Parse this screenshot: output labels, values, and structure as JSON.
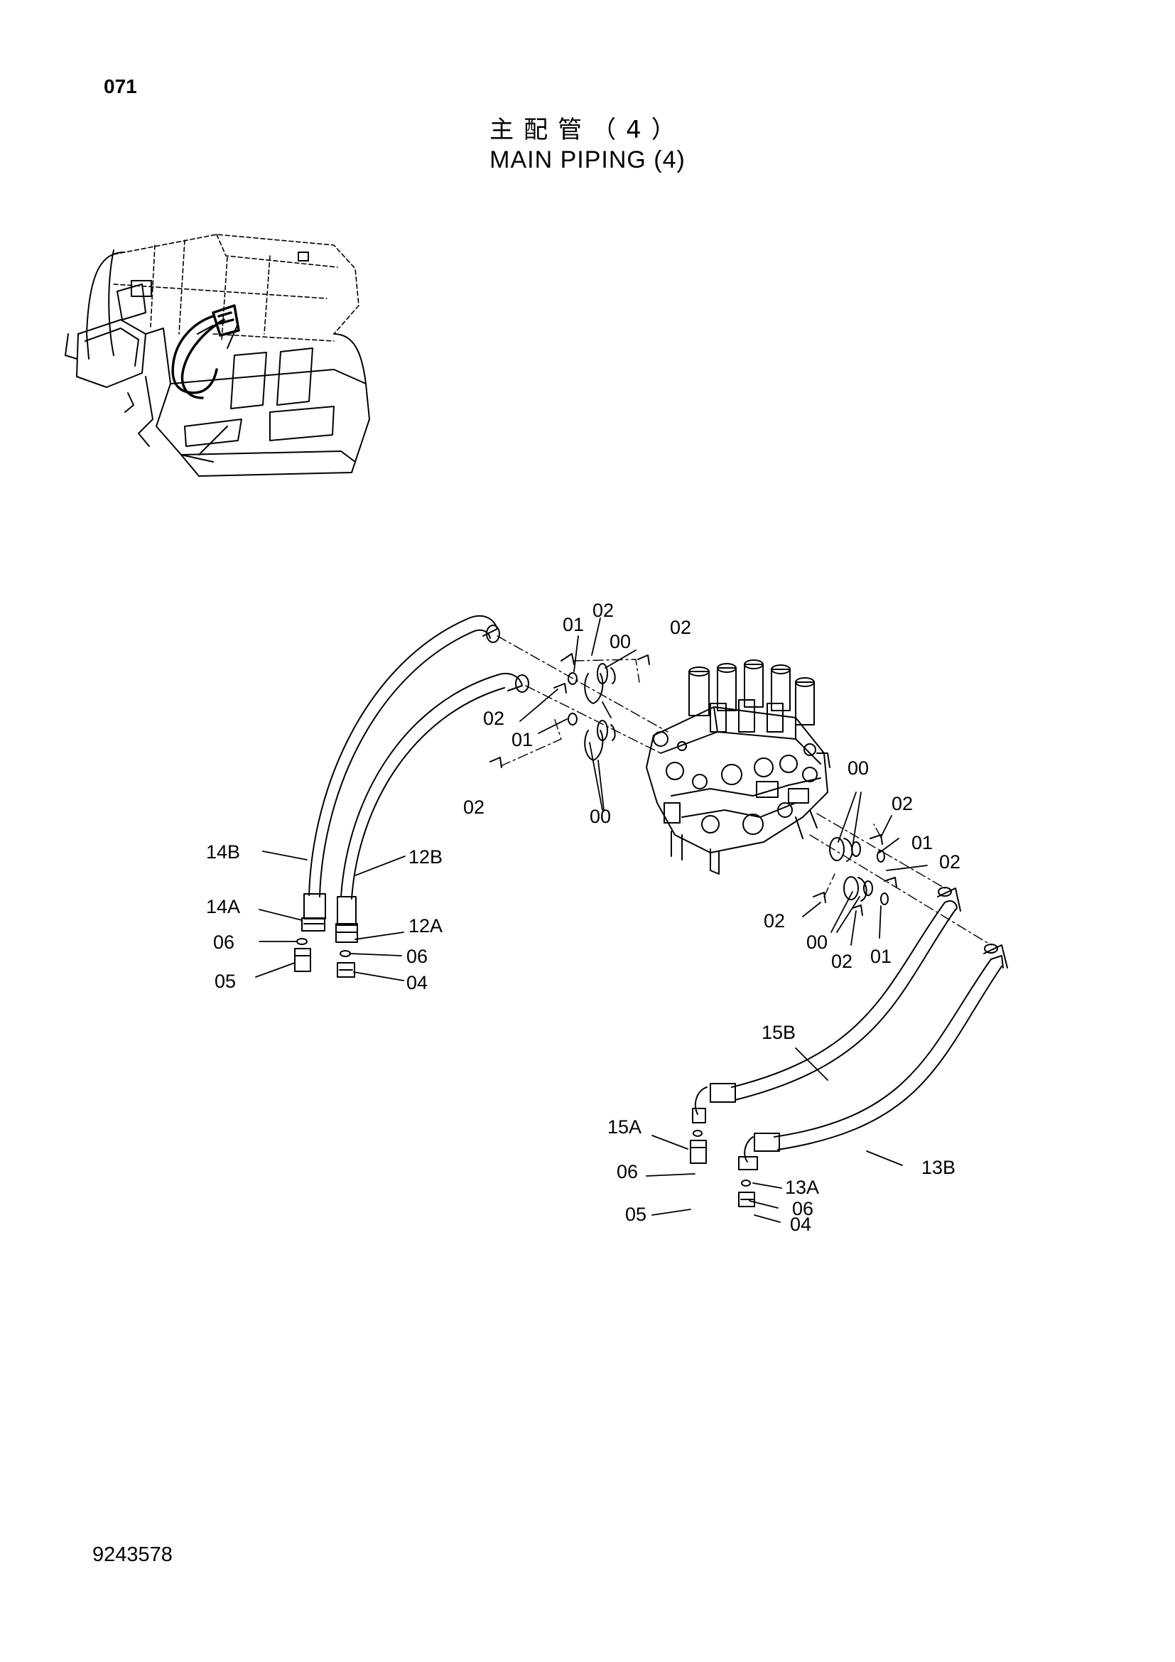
{
  "page": {
    "number": "071",
    "title_jp": "主配管（4）",
    "title_en": "MAIN PIPING (4)",
    "doc_number": "9243578"
  },
  "callouts": [
    {
      "id": "c1",
      "label": "01"
    },
    {
      "id": "c2",
      "label": "02"
    },
    {
      "id": "c3",
      "label": "02"
    },
    {
      "id": "c4",
      "label": "00"
    },
    {
      "id": "c5",
      "label": "02"
    },
    {
      "id": "c6",
      "label": "01"
    },
    {
      "id": "c7",
      "label": "02"
    },
    {
      "id": "c8",
      "label": "00"
    },
    {
      "id": "c9",
      "label": "00"
    },
    {
      "id": "c10",
      "label": "02"
    },
    {
      "id": "c11",
      "label": "01"
    },
    {
      "id": "c12",
      "label": "02"
    },
    {
      "id": "c13",
      "label": "02"
    },
    {
      "id": "c14",
      "label": "00"
    },
    {
      "id": "c15",
      "label": "02"
    },
    {
      "id": "c16",
      "label": "01"
    },
    {
      "id": "c17",
      "label": "14B"
    },
    {
      "id": "c18",
      "label": "12B"
    },
    {
      "id": "c19",
      "label": "14A"
    },
    {
      "id": "c20",
      "label": "12A"
    },
    {
      "id": "c21",
      "label": "06"
    },
    {
      "id": "c22",
      "label": "06"
    },
    {
      "id": "c23",
      "label": "05"
    },
    {
      "id": "c24",
      "label": "04"
    },
    {
      "id": "c25",
      "label": "15B"
    },
    {
      "id": "c26",
      "label": "15A"
    },
    {
      "id": "c27",
      "label": "13B"
    },
    {
      "id": "c28",
      "label": "06"
    },
    {
      "id": "c29",
      "label": "13A"
    },
    {
      "id": "c30",
      "label": "06"
    },
    {
      "id": "c31",
      "label": "05"
    },
    {
      "id": "c32",
      "label": "04"
    }
  ]
}
